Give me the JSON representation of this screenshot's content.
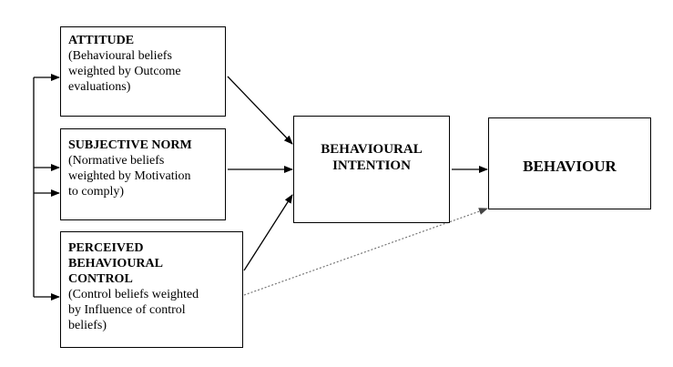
{
  "boxes": {
    "attitude": {
      "title": "ATTITUDE",
      "lines": [
        "(Behavioural beliefs",
        "weighted by Outcome",
        "evaluations)"
      ]
    },
    "subjective_norm": {
      "title": "SUBJECTIVE NORM",
      "lines": [
        "(Normative beliefs",
        "weighted by Motivation",
        "to comply)"
      ]
    },
    "perceived_behavioural_control": {
      "title_lines": [
        "PERCEIVED",
        "BEHAVIOURAL",
        "CONTROL"
      ],
      "lines": [
        "(Control beliefs weighted",
        "by Influence of control",
        "beliefs)"
      ]
    },
    "behavioural_intention": {
      "lines": [
        "BEHAVIOURAL",
        "INTENTION"
      ]
    },
    "behaviour": {
      "label": "BEHAVIOUR"
    }
  },
  "colors": {
    "line": "#000000",
    "dotted_line": "#888888",
    "background": "#ffffff"
  }
}
